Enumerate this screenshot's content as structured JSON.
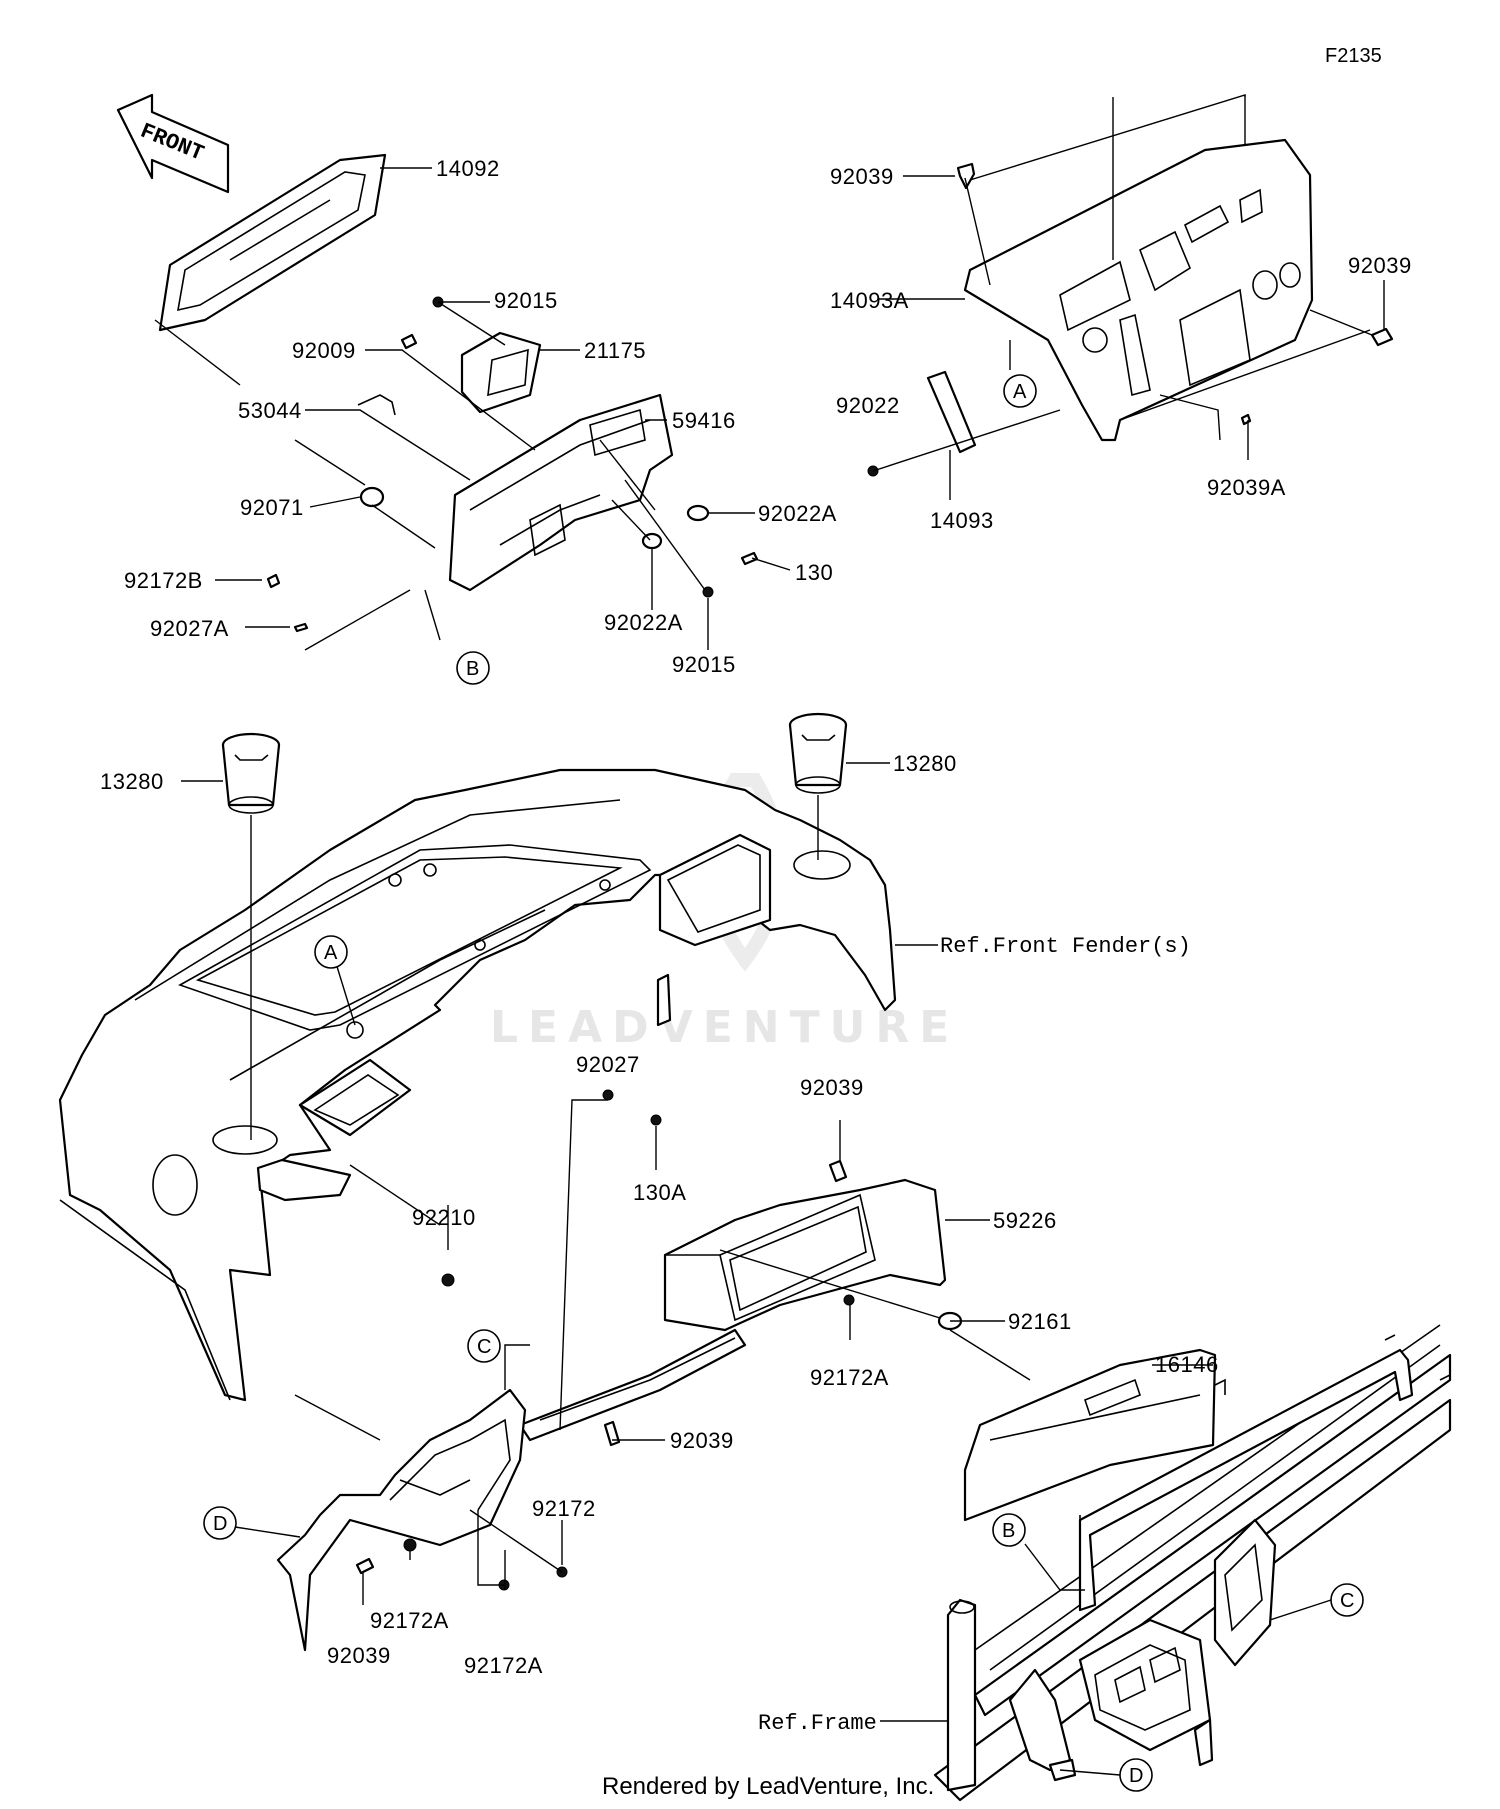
{
  "figure_code": "F2135",
  "watermark": "LEADVENTURE",
  "footer": "Rendered by LeadVenture, Inc.",
  "front_label": "FRONT",
  "part_labels": {
    "p14092": "14092",
    "p92015_top": "92015",
    "p21175": "21175",
    "p92009": "92009",
    "p53044": "53044",
    "p59416": "59416",
    "p92071": "92071",
    "p92022A_right": "92022A",
    "p130": "130",
    "p92172B": "92172B",
    "p92027A": "92027A",
    "p92022A_bottom": "92022A",
    "p92015_bottom": "92015",
    "p92039_topleft": "92039",
    "p14093A": "14093A",
    "p92039_topright": "92039",
    "p92022": "92022",
    "p14093": "14093",
    "p92039A": "92039A",
    "p13280_left": "13280",
    "p13280_right": "13280",
    "p92027": "92027",
    "p130A": "130A",
    "p92039_mid": "92039",
    "p59226": "59226",
    "p92210": "92210",
    "p92161": "92161",
    "p92172A_mid": "92172A",
    "p16146": "16146",
    "p92039_low": "92039",
    "p92172": "92172",
    "p92172A_low1": "92172A",
    "p92039_bottom": "92039",
    "p92172A_low2": "92172A"
  },
  "reference_labels": {
    "front_fenders": "Ref.Front Fender(s)",
    "frame": "Ref.Frame"
  },
  "callouts": {
    "a_top": "A",
    "b_top": "B",
    "a_mid": "A",
    "c_mid": "C",
    "d_low": "D",
    "b_frame": "B",
    "c_frame": "C",
    "d_frame": "D"
  }
}
